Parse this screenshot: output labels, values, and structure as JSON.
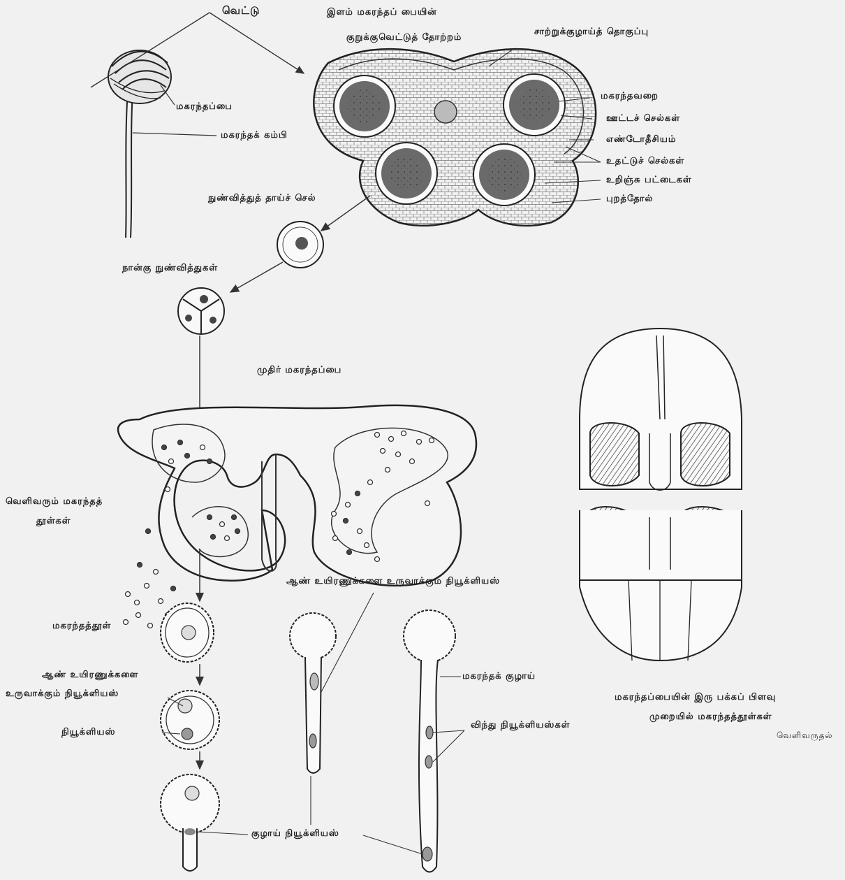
{
  "labels": {
    "cut": "வெட்டு",
    "young_anther_title": "இளம் மகரந்தப் பையின்",
    "cross_section": "குறுக்குவெட்டுத் தோற்றம்",
    "connective": "சாற்றுக்குழாய்த் தொகுப்பு",
    "anther": "மகரந்தப்பை",
    "filament": "மகரந்தக் கம்பி",
    "pollen_sac": "மகரந்தவறை",
    "tapetal_cells": "ஊட்டச் செல்கள்",
    "endothecium": "எண்டோதீசியம்",
    "middle_layers": "உதட்டுச் செல்கள்",
    "fibrous_bands": "உறிஞ்சு பட்டைகள்",
    "epidermis": "புறத்தோல்",
    "mother_cell": "நுண்வித்துத் தாய்ச் செல்",
    "tetrad": "நான்கு நுண்வித்துகள்",
    "mature_anther": "முதிர் மகரந்தப்பை",
    "released_grains_1": "வெளிவரும் மகரந்தத்",
    "released_grains_2": "தூள்கள்",
    "male_gamete_nucleus_top": "ஆண் உயிரணுக்களை உருவாக்கும் நியூக்ளியஸ்",
    "pollen_grain": "மகரந்தத்தூள்",
    "gen_nucleus_1": "ஆண் உயிரணுக்களை",
    "gen_nucleus_2": "உருவாக்கும் நியூக்ளியஸ்",
    "nucleus": "நியூக்ளியஸ்",
    "pollen_tube": "மகரந்தக் குழாய்",
    "sperm_nuclei": "விந்து நியூக்ளியஸ்கள்",
    "tube_nucleus": "குழாய் நியூக்ளியஸ்",
    "dehiscence_1": "மகரந்தப்பையின் இரு பக்கப் பிளவு",
    "dehiscence_2": "முறையில் மகரந்தத்தூள்கள்",
    "dehiscence_3": "வெளிவருதல்"
  },
  "colors": {
    "background": "#f1f1f1",
    "ink": "#222222",
    "sac_fill": "#6a6a6a"
  }
}
